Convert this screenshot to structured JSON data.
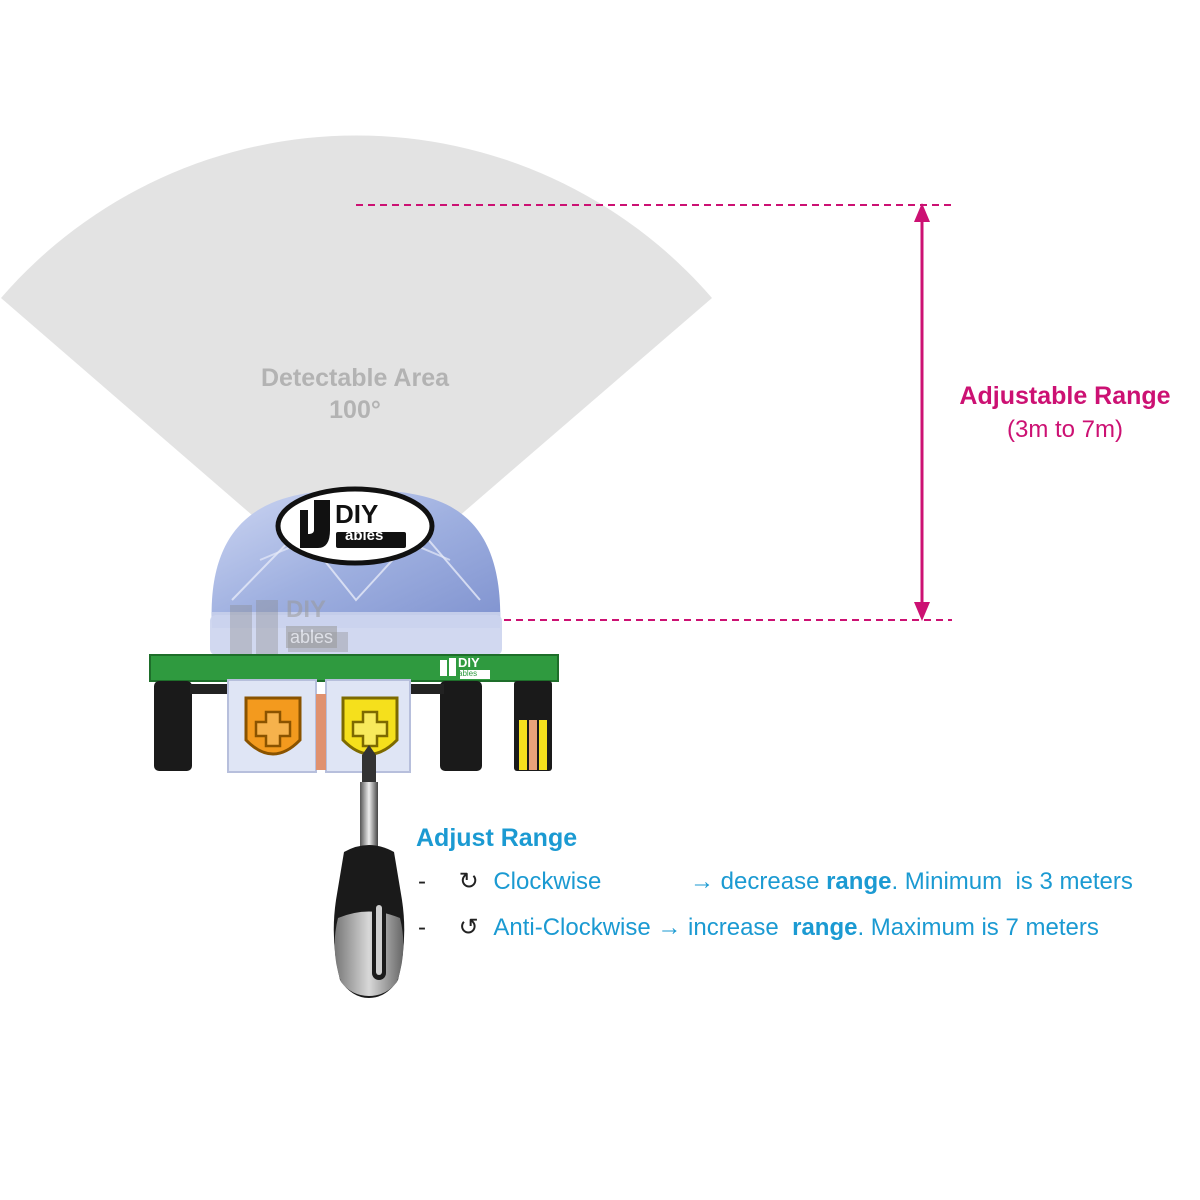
{
  "detectable_area": {
    "title": "Detectable Area",
    "angle": "100°"
  },
  "adjustable_range": {
    "title": "Adjustable Range",
    "subtitle": "(3m to 7m)"
  },
  "logo": {
    "line1": "DIY",
    "line2": "ables"
  },
  "adjust": {
    "title": "Adjust Range",
    "rows": [
      {
        "dash": "-",
        "symbol": "↻",
        "direction": "Clockwise",
        "arrow": "→ decrease ",
        "keyword": "range",
        "rest": ". Minimum  is 3 meters"
      },
      {
        "dash": "-",
        "symbol": "↺",
        "direction": "Anti-Clockwise",
        "arrow": "→ increase  ",
        "keyword": "range",
        "rest": ". Maximum is 7 meters"
      }
    ]
  },
  "colors": {
    "cone": "#dedede",
    "range_accent": "#cc1173",
    "text_blue": "#1b9ad2",
    "pcb_green": "#2f9a3f",
    "pot_orange": "#f39a1e",
    "pot_yellow": "#f5e01c",
    "dome": "#9fb0e0"
  }
}
